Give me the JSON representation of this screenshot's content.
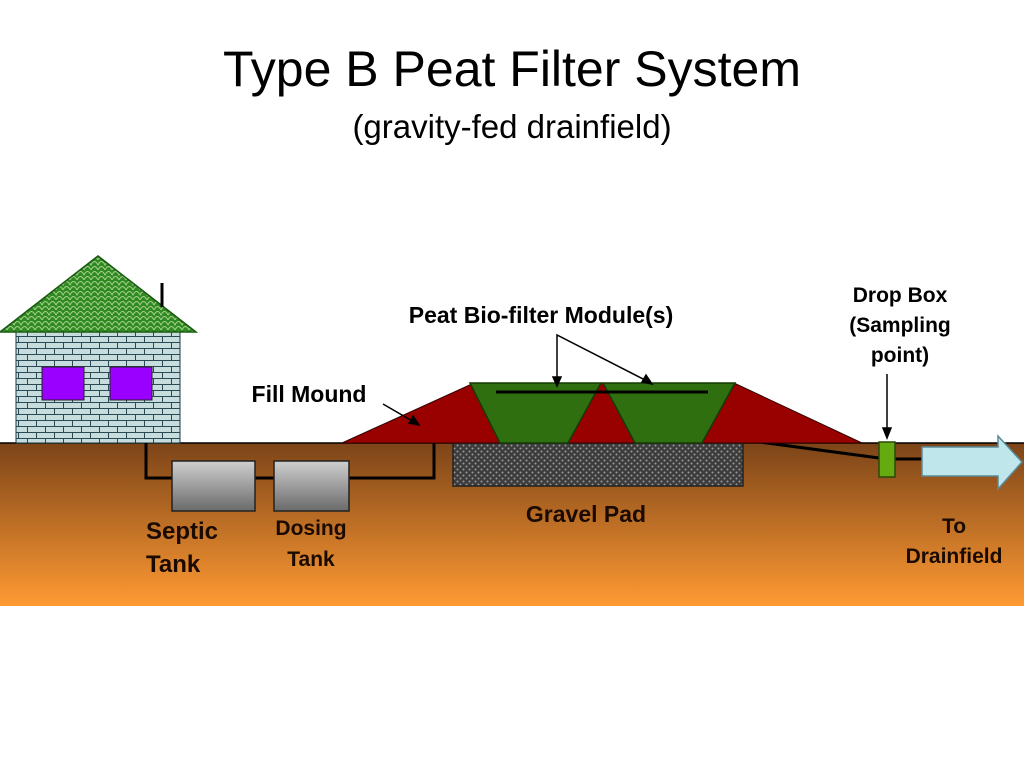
{
  "title": "Type B Peat Filter System",
  "subtitle": "(gravity-fed drainfield)",
  "labels": {
    "peat_module": "Peat Bio-filter Module(s)",
    "fill_mound": "Fill Mound",
    "drop_box_line1": "Drop Box",
    "drop_box_line2": "(Sampling",
    "drop_box_line3": "point)",
    "gravel_pad": "Gravel Pad",
    "septic_line1": "Septic",
    "septic_line2": "Tank",
    "dosing_line1": "Dosing",
    "dosing_line2": "Tank",
    "drainfield_line1": "To",
    "drainfield_line2": "Drainfield"
  },
  "colors": {
    "roof": "#2e7d1e",
    "wall": "#c5d9d9",
    "window": "#9900ff",
    "mound": "#990000",
    "peat": "#2f6f0f",
    "gravel": "#444444",
    "soil_top": "#8a4a1c",
    "soil_bottom": "#ff9a33",
    "tank": "#9a9a9a",
    "drop_box": "#66aa11",
    "arrow": "#bfe6ea"
  }
}
